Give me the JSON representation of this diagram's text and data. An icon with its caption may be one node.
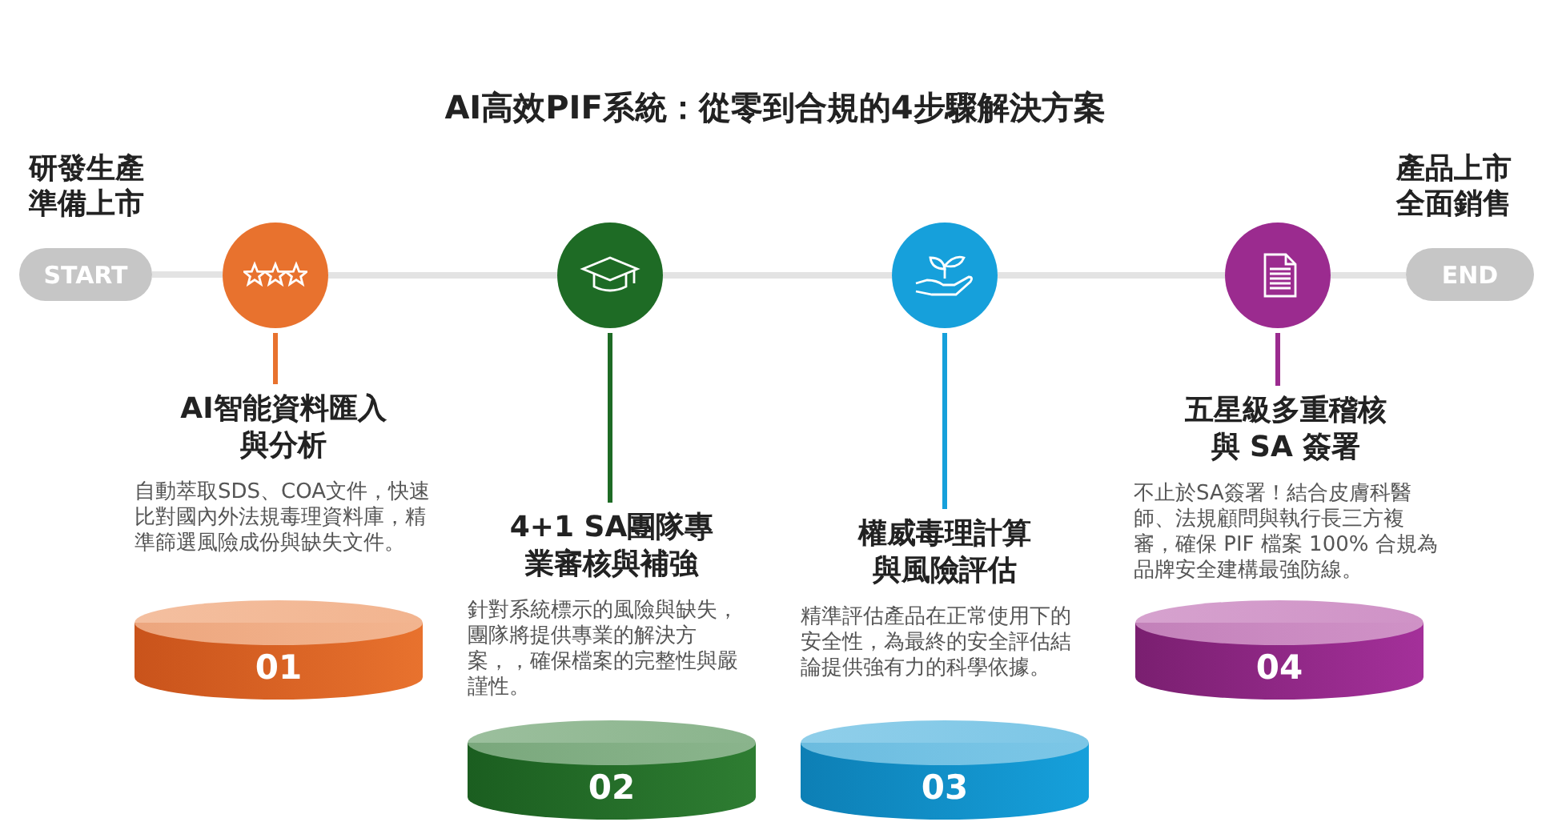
{
  "diagram": {
    "title": "AI高效PIF系統：從零到合規的4步驟解決方案",
    "nodes": [
      {
        "text": [
          "START"
        ],
        "beside": [
          "研發生產準備上市"
        ]
      },
      {
        "text": [],
        "shape": "circle"
      },
      {
        "text": [],
        "shape": "circle"
      },
      {
        "text": [],
        "shape": "circle"
      },
      {
        "text": [],
        "shape": "circle"
      },
      {
        "text": [
          "END"
        ],
        "beside": [
          "產品上市全面銷售"
        ]
      },
      {
        "text": [
          "AI智能資料匯入與分析",
          "自動萃取SDS、COA文件，快速比對國內外法規毒理資料庫，精準篩選風險成份與缺失文件。"
        ]
      },
      {
        "text": [
          "01"
        ]
      },
      {
        "text": [
          "4+1 SA團隊專業審核與補強",
          "針對系統標示的風險與缺失，團隊將提供專業的解決方案，，確保檔案的完整性與嚴謹性。"
        ]
      },
      {
        "text": [
          "02"
        ]
      },
      {
        "text": [
          "權威毒理計算與風險評估",
          "精準評估產品在正常使用下的安全性，為最終的安全評估結論提供強有力的科學依據。"
        ]
      },
      {
        "text": [
          "03"
        ]
      },
      {
        "text": [
          "五星級多重稽核與 SA 簽署",
          "不止於SA簽署！結合皮膚科醫師、法規顧問與執行長三方複審，確保 PIF 檔案 100% 合規為品牌安全建構最強防線。"
        ]
      },
      {
        "text": [
          "04"
        ]
      }
    ],
    "edges": [
      {
        "from": 0,
        "to": 1,
        "arrow": "none"
      },
      {
        "from": 1,
        "to": 2,
        "arrow": "none"
      },
      {
        "from": 2,
        "to": 3,
        "arrow": "none"
      },
      {
        "from": 3,
        "to": 4,
        "arrow": "none"
      },
      {
        "from": 4,
        "to": 5,
        "arrow": "none"
      },
      {
        "from": 1,
        "to": 6,
        "arrow": "none",
        "color": "#e8722e"
      },
      {
        "from": 2,
        "to": 8,
        "arrow": "none",
        "color": "#1e6b25"
      },
      {
        "from": 3,
        "to": 10,
        "arrow": "none",
        "color": "#16a0db"
      },
      {
        "from": 4,
        "to": 12,
        "arrow": "none",
        "color": "#9b2b8f"
      }
    ]
  }
}
